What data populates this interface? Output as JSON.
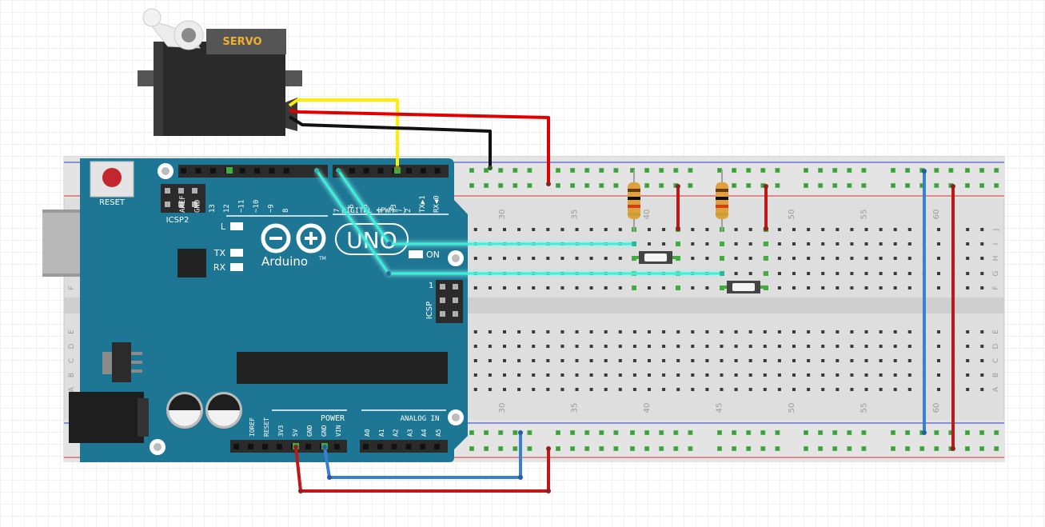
{
  "servo": {
    "label": "SERVO"
  },
  "arduino": {
    "reset_label": "RESET",
    "icsp2_label": "ICSP2",
    "icsp_label": "ICSP",
    "icsp_pin1": "1",
    "brand": "Arduino",
    "tm": "TM",
    "model": "UNO",
    "led_l": "L",
    "led_tx": "TX",
    "led_rx": "RX",
    "led_on": "ON",
    "digital_label": "DIGITAL (PWM=~)",
    "power_label": "POWER",
    "analog_label": "ANALOG IN",
    "digital_pins_left": [
      "AREF",
      "GND",
      "13",
      "12",
      "~11",
      "~10",
      "~9",
      "8"
    ],
    "digital_pins_right": [
      "7",
      "~6",
      "~5",
      "4",
      "~3",
      "2",
      "TX▶1",
      "RX◀0"
    ],
    "power_pins": [
      "IOREF",
      "RESET",
      "3V3",
      "5V",
      "GND",
      "GND",
      "VIN"
    ],
    "analog_pins": [
      "A0",
      "A1",
      "A2",
      "A3",
      "A4",
      "A5"
    ]
  },
  "breadboard": {
    "top_col_numbers": [
      "30",
      "35",
      "40",
      "45",
      "50",
      "55",
      "60"
    ],
    "bottom_col_numbers": [
      "30",
      "35",
      "40",
      "45",
      "50",
      "55",
      "60"
    ],
    "right_rows_top": [
      "J",
      "I",
      "H",
      "G",
      "F"
    ],
    "right_rows_bottom": [
      "E",
      "D",
      "C",
      "B",
      "A"
    ],
    "left_rows_top": [
      "F"
    ],
    "left_rows_bottom": [
      "E",
      "D",
      "C",
      "B",
      "A"
    ]
  },
  "colors": {
    "arduino_board": "#1d7794",
    "breadboard": "#dedede",
    "wire_signal": "#ffee00",
    "wire_power": "#e00000",
    "wire_ground": "#111111",
    "wire_cyan": "#39f0d8",
    "wire_blue": "#3a7fd0",
    "wire_dark_red": "#c01818"
  }
}
